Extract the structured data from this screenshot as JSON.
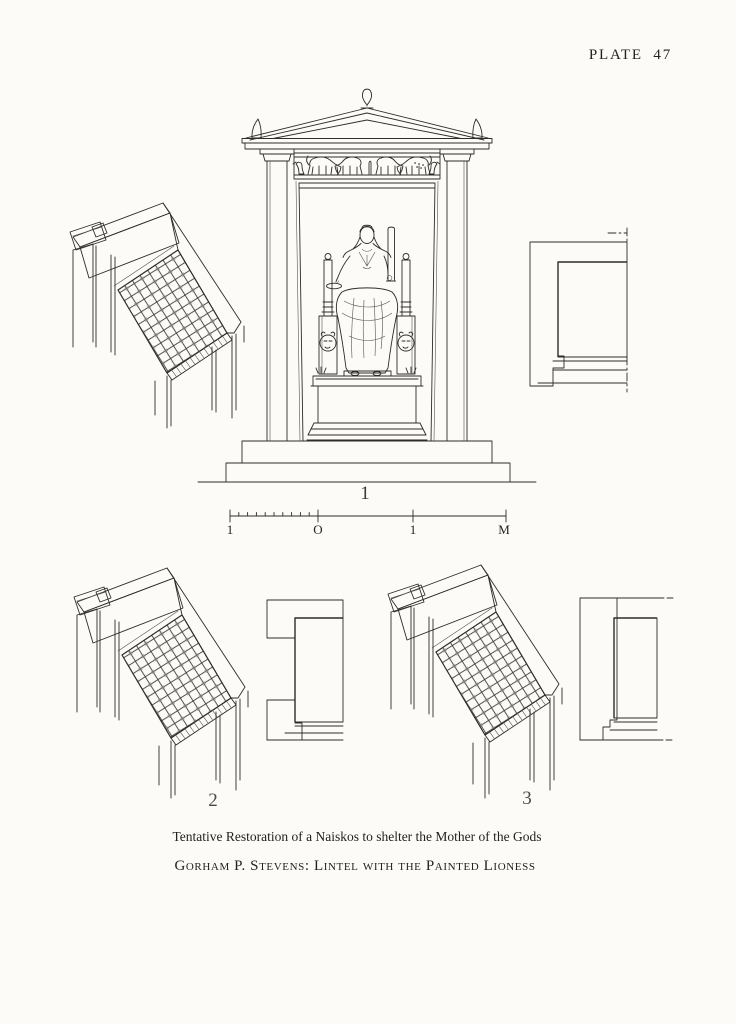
{
  "page": {
    "plate_label": "PLATE 47"
  },
  "figures": {
    "fig1": {
      "number": "1"
    },
    "fig2": {
      "number": "2"
    },
    "fig3": {
      "number": "3"
    }
  },
  "scale_bar": {
    "left_label": "1",
    "zero_label": "O",
    "one_label": "1",
    "unit_label": "M"
  },
  "captions": {
    "title": "Tentative Restoration of a Naiskos to shelter the Mother of the Gods",
    "attribution": "Gorham P. Stevens: Lintel with the Painted Lioness"
  }
}
